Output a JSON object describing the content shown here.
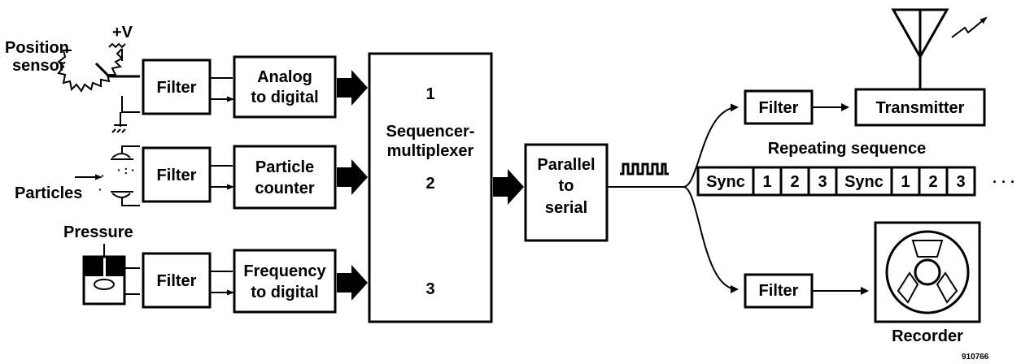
{
  "sensors": {
    "position_label_1": "Position",
    "position_label_2": "sensor",
    "supply_label": "+V",
    "particles_label": "Particles",
    "pressure_label": "Pressure"
  },
  "filters": {
    "filter_1": "Filter",
    "filter_2": "Filter",
    "filter_3": "Filter",
    "filter_tx": "Filter",
    "filter_rec": "Filter"
  },
  "converters": {
    "adc_line1": "Analog",
    "adc_line2": "to digital",
    "counter_line1": "Particle",
    "counter_line2": "counter",
    "freq_line1": "Frequency",
    "freq_line2": "to digital"
  },
  "multiplexer": {
    "label_line1": "Sequencer-",
    "label_line2": "multiplexer",
    "input_1": "1",
    "input_2": "2",
    "input_3": "3"
  },
  "serializer": {
    "line1": "Parallel",
    "line2": "to",
    "line3": "serial"
  },
  "outputs": {
    "transmitter": "Transmitter",
    "recorder": "Recorder",
    "sequence_title": "Repeating sequence",
    "sequence_cells": [
      "Sync",
      "1",
      "2",
      "3",
      "Sync",
      "1",
      "2",
      "3"
    ],
    "ellipsis": "· · ·"
  },
  "figure_id": "910766"
}
